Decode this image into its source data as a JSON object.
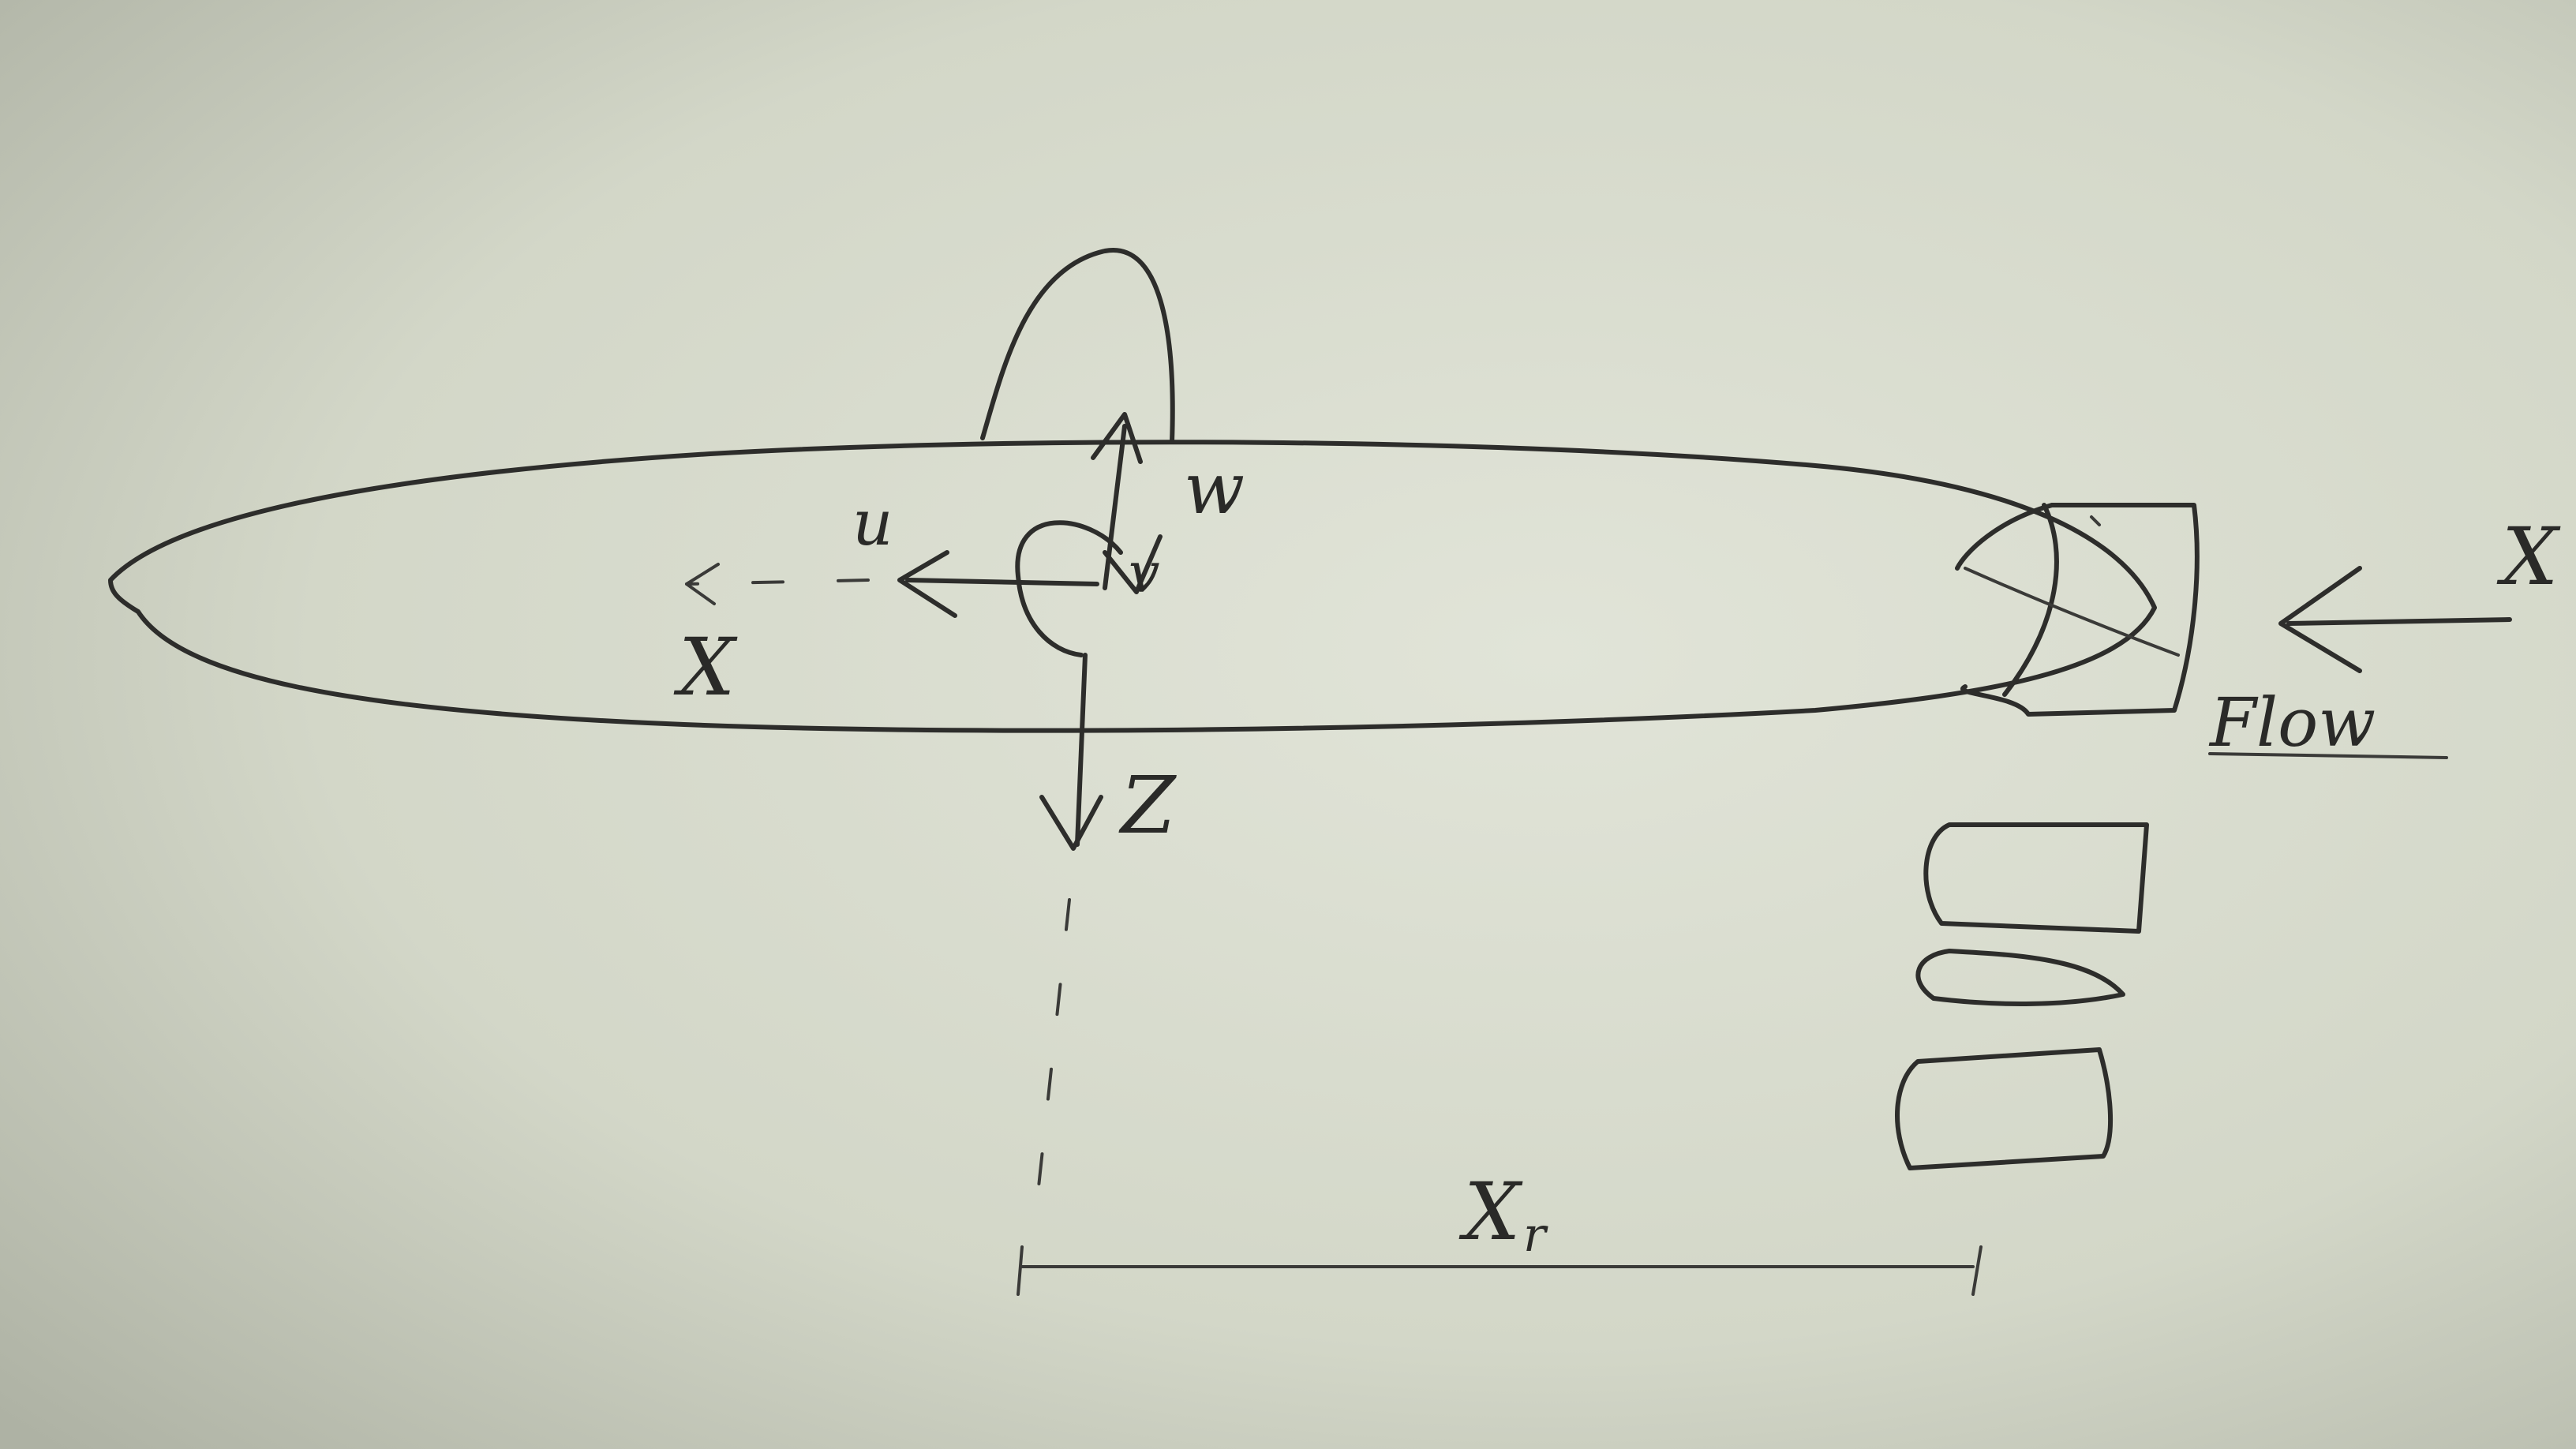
{
  "labels": {
    "u": "u",
    "w": "w",
    "v": "v",
    "x_dashed": "X",
    "z": "Z",
    "x_r": "X",
    "x_r_subscript": "r",
    "flow": "Flow",
    "x_right_edge": "X"
  },
  "colors": {
    "paper": "#d4d8ca",
    "ink": "#2d2d2b"
  }
}
